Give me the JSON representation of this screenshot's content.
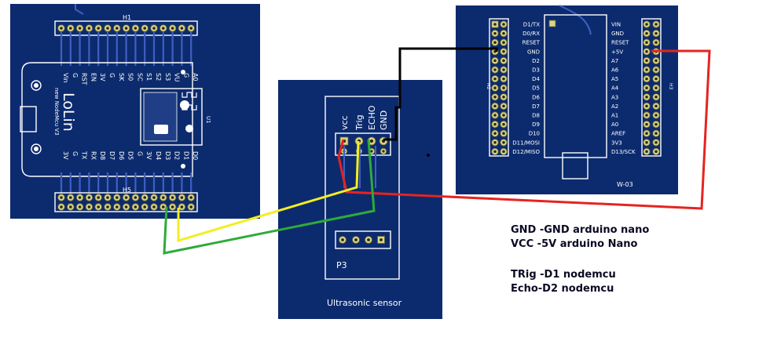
{
  "nodemcu": {
    "header_top": "H1",
    "header_bottom": "H5",
    "brand": "LoLin",
    "model": "new NodeMcu V3",
    "u_label": "U1",
    "pins_top": [
      "A0",
      "G",
      "VU",
      "S3",
      "S2",
      "S1",
      "SC",
      "S0",
      "SK",
      "G",
      "3V",
      "EN",
      "RST",
      "G",
      "Vin"
    ],
    "pins_bottom": [
      "D0",
      "D1",
      "D2",
      "D3",
      "D4",
      "3V",
      "G",
      "D5",
      "D6",
      "D7",
      "D8",
      "RX",
      "TX",
      "G",
      "3V"
    ]
  },
  "sensor": {
    "pin_labels": [
      "vcc",
      "Trig",
      "ECHO",
      "GND"
    ],
    "connector": "P3",
    "title": "Ultrasonic sensor"
  },
  "nano": {
    "pins_left": [
      "D1/TX",
      "D0/RX",
      "RESET",
      "GND",
      "D2",
      "D3",
      "D4",
      "D5",
      "D6",
      "D7",
      "D8",
      "D9",
      "D10",
      "D11/MOSI",
      "D12/MISO"
    ],
    "pins_right": [
      "VIN",
      "GND",
      "RESET",
      "+5V",
      "A7",
      "A6",
      "A5",
      "A4",
      "A3",
      "A2",
      "A1",
      "A0",
      "AREF",
      "3V3",
      "D13/SCK"
    ],
    "label": "W-03"
  },
  "wires": {
    "black": "#000000",
    "red": "#e52420",
    "yellow": "#f2ee20",
    "green": "#2faa3a"
  },
  "notes": [
    "GND -GND arduino nano",
    "VCC -5V arduino Nano",
    "TRig -D1 nodemcu",
    "Echo-D2 nodemcu"
  ]
}
